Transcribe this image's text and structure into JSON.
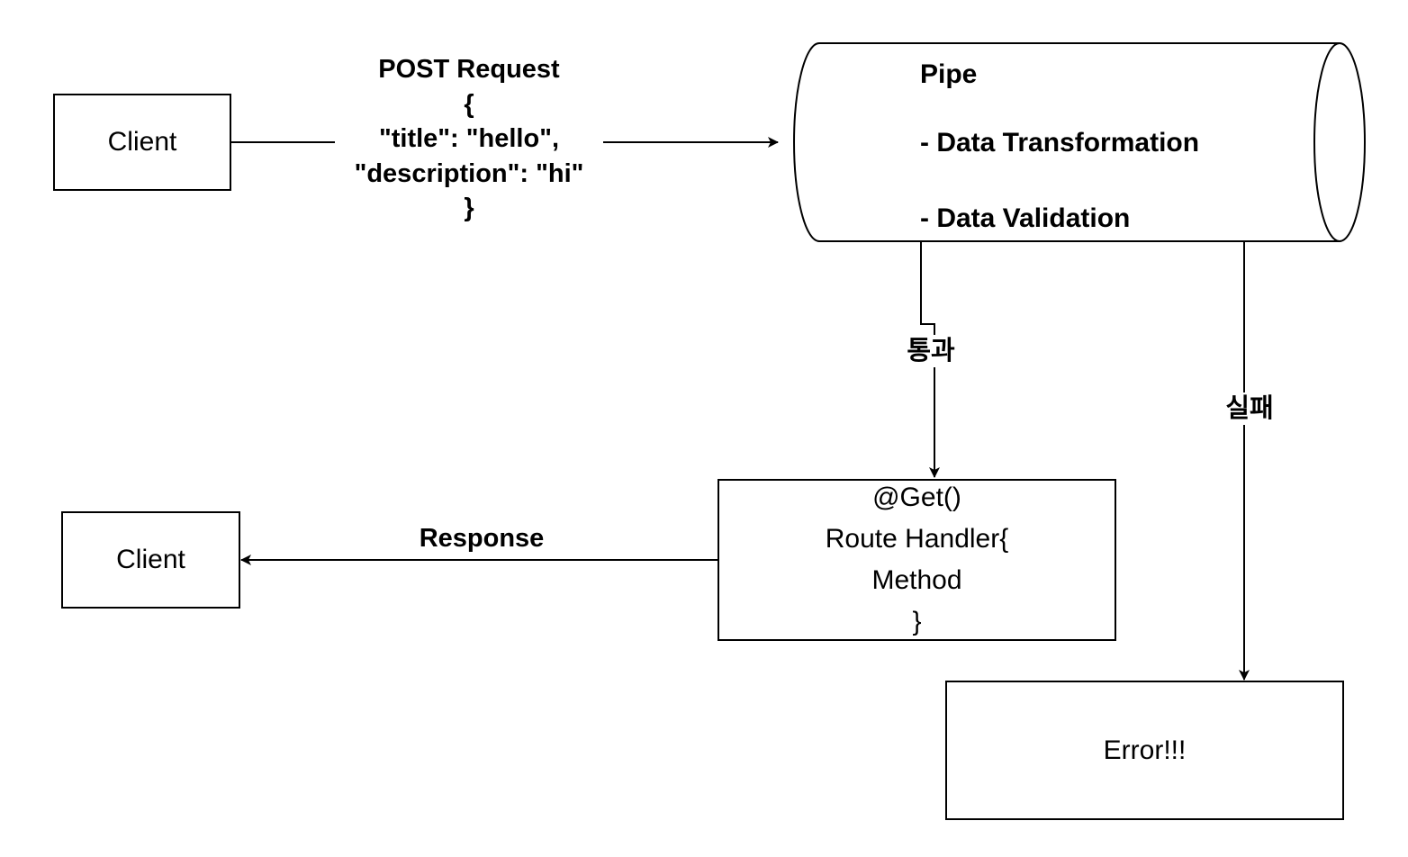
{
  "client_top": {
    "label": "Client"
  },
  "request": {
    "lines": [
      "POST Request",
      "{",
      "\"title\": \"hello\",",
      "\"description\": \"hi\"",
      "}"
    ]
  },
  "pipe": {
    "title": "Pipe",
    "items": [
      "- Data Transformation",
      "- Data Validation"
    ]
  },
  "pass_label": "통과",
  "fail_label": "실패",
  "handler": {
    "lines": [
      "@Get()",
      "Route Handler{",
      "Method",
      "}"
    ]
  },
  "response_label": "Response",
  "client_bottom": {
    "label": "Client"
  },
  "error": {
    "label": "Error!!!"
  }
}
